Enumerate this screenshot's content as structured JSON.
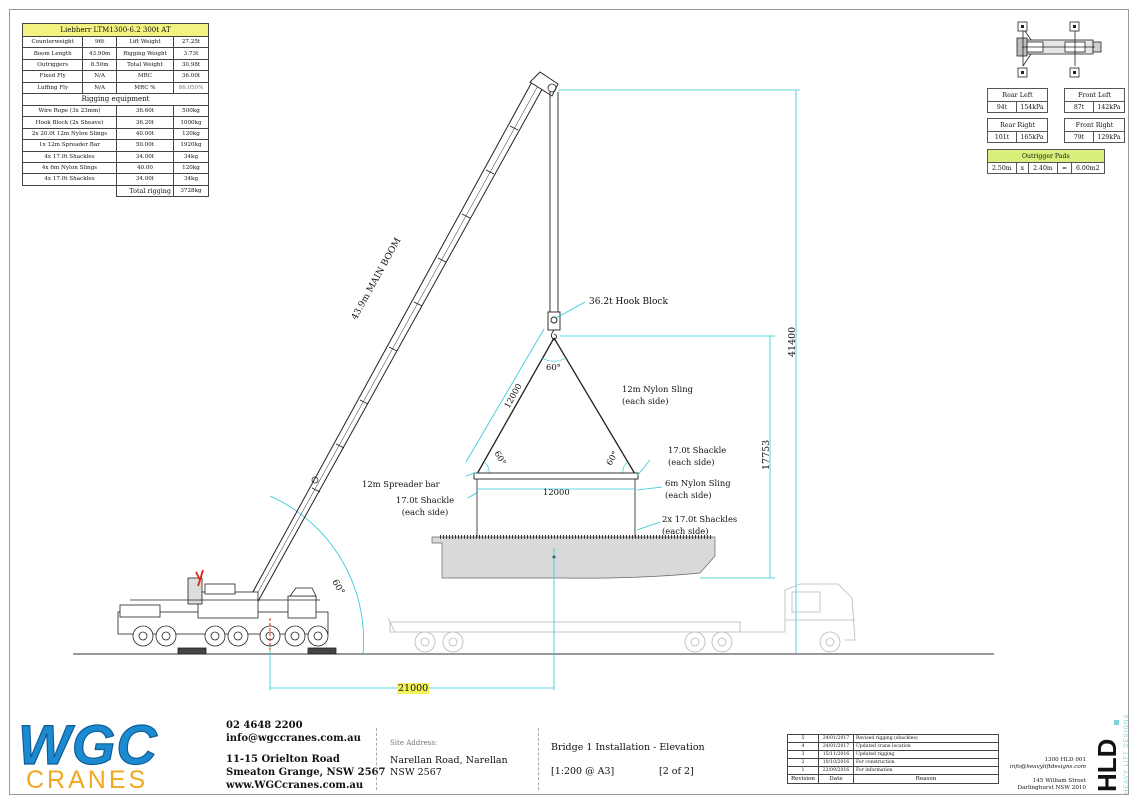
{
  "spec_table": {
    "title": "Liebherr LTM1300-6.2 300t AT",
    "rows": [
      {
        "k1": "Counterweight",
        "v1": "96t",
        "k2": "Lift Weight",
        "v2": "27.25t"
      },
      {
        "k1": "Boom Length",
        "v1": "43.90m",
        "k2": "Rigging Weight",
        "v2": "3.73t"
      },
      {
        "k1": "Outriggers",
        "v1": "8.50m",
        "k2": "Total Weight",
        "v2": "30.98t"
      },
      {
        "k1": "Fixed Fly",
        "v1": "N/A",
        "k2": "MRC",
        "v2": "36.00t"
      },
      {
        "k1": "Luffing Fly",
        "v1": "N/A",
        "k2": "MRC %",
        "v2": "86.050%"
      }
    ],
    "rigging_title": "Rigging equipment",
    "rigging": [
      {
        "item": "Wire Rope (3x 23mm)",
        "cap": "36.60t",
        "wt": "500kg"
      },
      {
        "item": "Hook Block (2x Sheave)",
        "cap": "36.20t",
        "wt": "1000kg"
      },
      {
        "item": "2x 20.0t 12m Nylon Slings",
        "cap": "40.00t",
        "wt": "120kg"
      },
      {
        "item": "1x 12m Spreader Bar",
        "cap": "50.00t",
        "wt": "1920kg"
      },
      {
        "item": "4x 17.0t Shackles",
        "cap": "34.00t",
        "wt": "34kg"
      },
      {
        "item": "4x 6m Nylon Slings",
        "cap": "40.00",
        "wt": "120kg"
      },
      {
        "item": "4x 17.0t Shackles",
        "cap": "34.00t",
        "wt": "34kg"
      }
    ],
    "total_label": "Total rigging",
    "total_value": "3728kg"
  },
  "outriggers": {
    "rear_left": {
      "label": "Rear Left",
      "t": "94t",
      "p": "154kPa"
    },
    "front_left": {
      "label": "Front Left",
      "t": "87t",
      "p": "142kPa"
    },
    "rear_right": {
      "label": "Rear Right",
      "t": "101t",
      "p": "165kPa"
    },
    "front_right": {
      "label": "Front Right",
      "t": "79t",
      "p": "129kPa"
    },
    "pads": {
      "label": "Outrigger Pads",
      "a": "2.50m",
      "x": "x",
      "b": "2.40m",
      "eq": "=",
      "area": "6.00m2"
    }
  },
  "diagram": {
    "boom_label": "43.9m MAIN BOOM",
    "hook_block": "36.2t Hook Block",
    "sling_angle_top": "60°",
    "sling_len": "12000",
    "sling_label_1": "12m Nylon Sling",
    "sling_label_2": "(each side)",
    "angle_left": "60°",
    "angle_right": "60°",
    "spreader": "12m Spreader bar",
    "spreader_len": "12000",
    "shackle_r_1": "17.0t Shackle",
    "shackle_r_2": "(each side)",
    "shackle_l_1": "17.0t Shackle",
    "shackle_l_2": "(each side)",
    "nylon6_1": "6m Nylon Sling",
    "nylon6_2": "(each side)",
    "shackles2_1": "2x 17.0t Shackles",
    "shackles2_2": "(each side)",
    "height_total": "41400",
    "height_load": "17753",
    "boom_angle": "60°",
    "radius": "21000"
  },
  "title_block": {
    "phone": "02 4648 2200",
    "email": "info@wgccranes.com.au",
    "address_1": "11-15 Orielton Road",
    "address_2": "Smeaton Grange, NSW 2567",
    "web": "www.WGCcranes.com.au",
    "site_label": "Site Address:",
    "site_1": "Narellan Road, Narellan",
    "site_2": "NSW 2567",
    "drawing_title": "Bridge 1 Installation - Elevation",
    "scale": "[1:200 @ A3]",
    "sheet": "[2 of 2]",
    "logo_top": "WGC",
    "logo_bottom": "CRANES",
    "revisions": [
      {
        "n": "5",
        "d": "24/01/2017",
        "r": "Revised rigging (shackles)"
      },
      {
        "n": "4",
        "d": "24/01/2017",
        "r": "Updated crane location"
      },
      {
        "n": "3",
        "d": "15/11/2016",
        "r": "Updated rigging"
      },
      {
        "n": "2",
        "d": "10/10/2016",
        "r": "For construction"
      },
      {
        "n": "1",
        "d": "22/09/2016",
        "r": "For information"
      }
    ],
    "rev_h1": "Revision",
    "rev_h2": "Date",
    "rev_h3": "Reason",
    "hld_1": "1300 HLD 001",
    "hld_2": "info@heavyliftdesigns.com",
    "hld_3": "145 William Street",
    "hld_4": "Darlinghurst NSW 2010",
    "hld_logo": "HLD",
    "hld_tag": "HEAVY LIFT DESIGNS"
  }
}
